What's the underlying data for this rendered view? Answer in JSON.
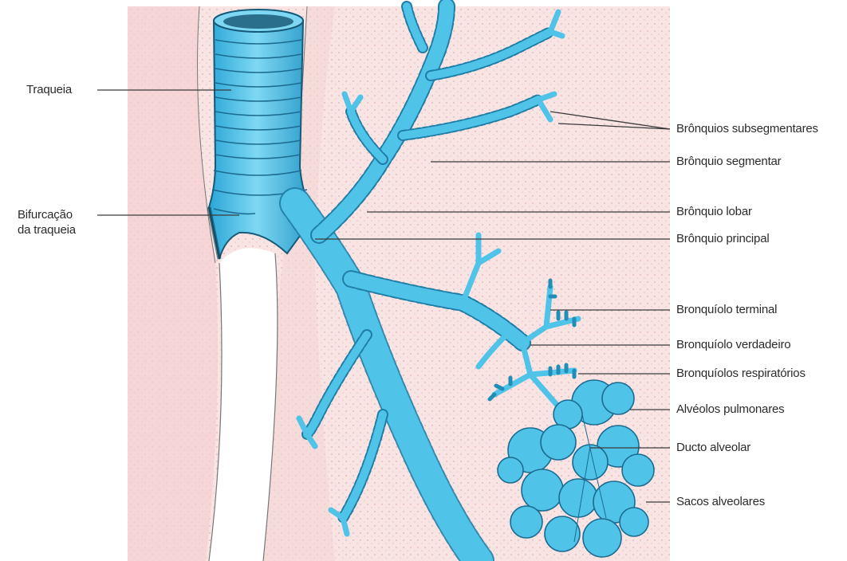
{
  "colors": {
    "airway": "#4fc3e8",
    "airway_dark": "#1f8fb8",
    "airway_light": "#a8e6f8",
    "tissue": "#f6d9d9",
    "tissue_dots": "#d9a3a8",
    "leader_line": "#3a3a3a",
    "label_text": "#2b2b2b"
  },
  "labels": {
    "traqueia": "Traqueia",
    "bifurcacao_1": "Bifurcação",
    "bifurcacao_2": "da traqueia",
    "bronquios_subsegmentares": "Brônquios subsegmentares",
    "bronquio_segmentar": "Brônquio segmentar",
    "bronquio_lobar": "Brônquio lobar",
    "bronquio_principal": "Brônquio principal",
    "bronquiolo_terminal": "Bronquíolo terminal",
    "bronquiolo_verdadeiro": "Bronquíolo verdadeiro",
    "bronquiolos_respiratorios": "Bronquíolos respiratórios",
    "alveolos_pulmonares": "Alvéolos pulmonares",
    "ducto_alveolar": "Ducto alveolar",
    "sacos_alveolares": "Sacos alveolares"
  }
}
